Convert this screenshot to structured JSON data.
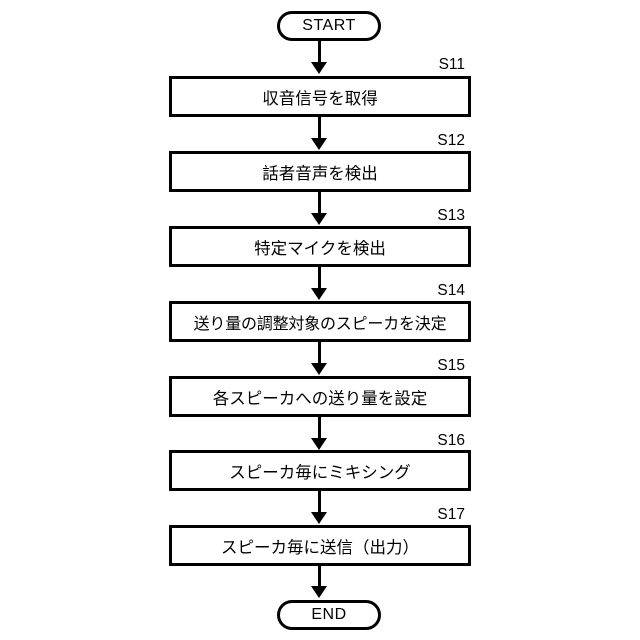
{
  "diagram": {
    "type": "flowchart",
    "orientation": "vertical",
    "start_label": "START",
    "end_label": "END",
    "steps": [
      {
        "tag": "S11",
        "text": "収音信号を取得"
      },
      {
        "tag": "S12",
        "text": "話者音声を検出"
      },
      {
        "tag": "S13",
        "text": "特定マイクを検出"
      },
      {
        "tag": "S14",
        "text": "送り量の調整対象のスピーカを決定"
      },
      {
        "tag": "S15",
        "text": "各スピーカへの送り量を設定"
      },
      {
        "tag": "S16",
        "text": "スピーカ毎にミキシング"
      },
      {
        "tag": "S17",
        "text": "スピーカ毎に送信（出力）"
      }
    ],
    "colors": {
      "stroke": "#000000",
      "fill": "#ffffff",
      "text": "#000000"
    }
  }
}
